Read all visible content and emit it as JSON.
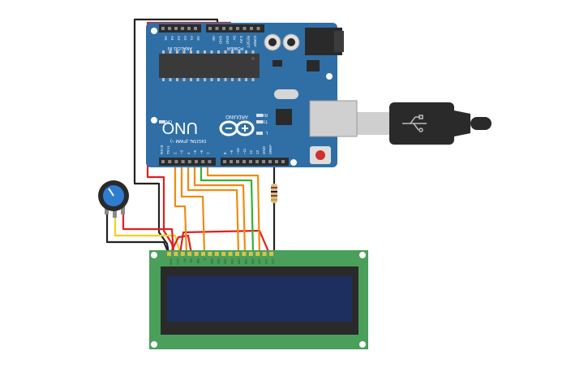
{
  "board": {
    "name": "UNO",
    "brand": "ARDUINO",
    "header_analog": "ANALOG IN",
    "header_power": "POWER",
    "header_digital": "DIGITAL (PWM ~)",
    "analog_pins": [
      "A5",
      "A4",
      "A3",
      "A2",
      "A1",
      "A0"
    ],
    "power_pins": [
      "Vin",
      "GND",
      "GND",
      "5V",
      "3.3V",
      "RESET",
      "IOREF"
    ],
    "digital_pins_low": [
      "RX<0",
      "TX>1",
      "2",
      "~3",
      "4",
      "~5",
      "~6",
      "7"
    ],
    "digital_pins_high": [
      "8",
      "~9",
      "~10",
      "~11",
      "12",
      "13",
      "GND",
      "AREF"
    ],
    "led_on": "ON",
    "led_tx": "TX",
    "led_rx": "RX",
    "led_l": "L",
    "colors": {
      "board": "#2f6fa6",
      "board_dark": "#1f5a8c",
      "header": "#2b2b2b",
      "chip": "#3a3a3a"
    }
  },
  "lcd": {
    "pins": [
      "GND",
      "VCC",
      "V0",
      "RS",
      "RW",
      "E",
      "DB0",
      "DB1",
      "DB2",
      "DB3",
      "DB4",
      "DB5",
      "DB6",
      "DB7",
      "LED",
      "LED"
    ],
    "colors": {
      "pcb": "#4aa05a",
      "bezel": "#2a2a2a",
      "screen": "#1d2f5f"
    }
  },
  "wire_colors": {
    "red": "#e02020",
    "black": "#222222",
    "orange": "#f08a10",
    "green": "#38b030",
    "yellow": "#f0d020"
  }
}
